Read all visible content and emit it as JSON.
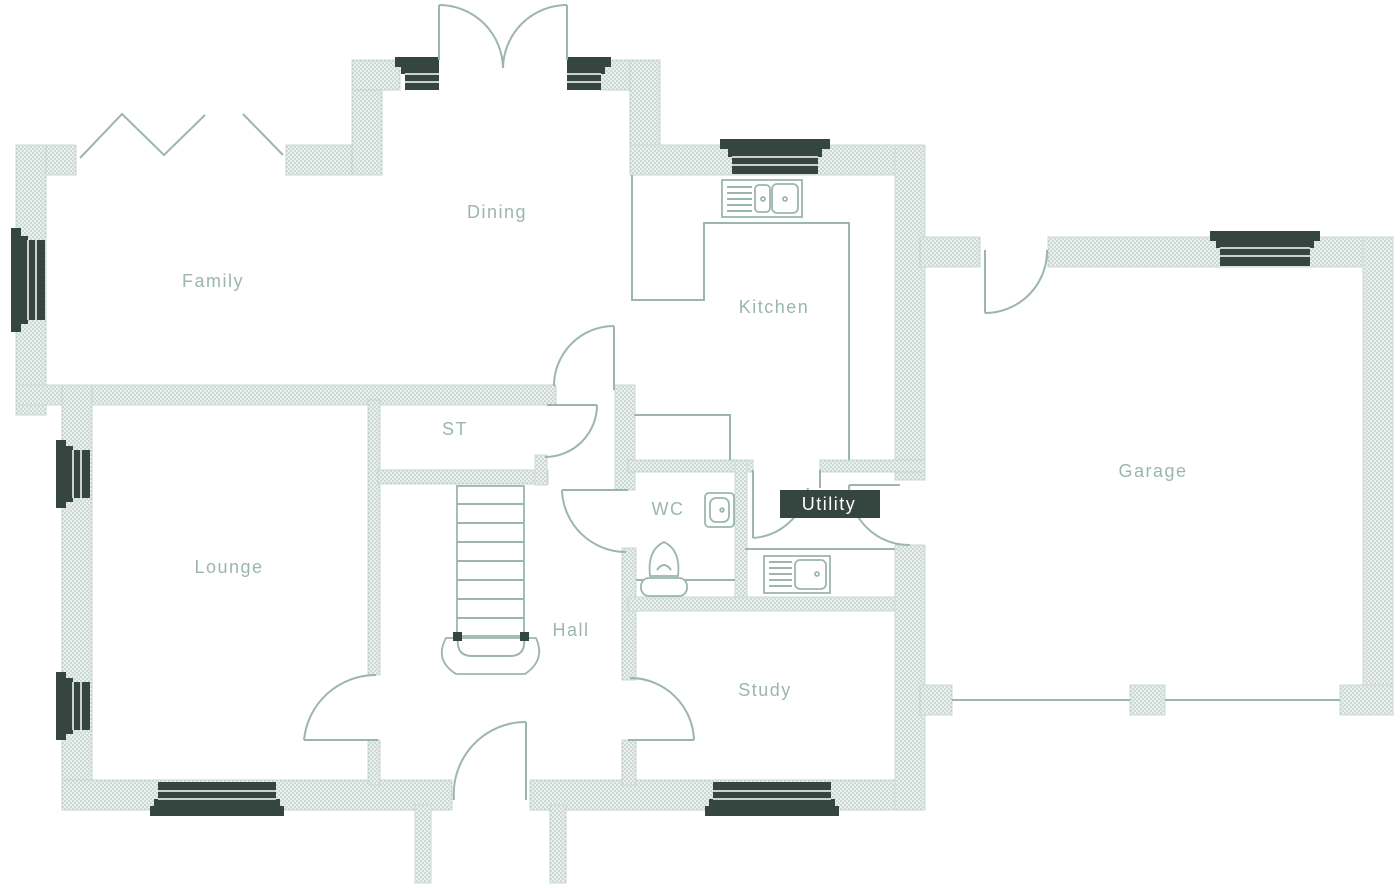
{
  "plan": {
    "rooms": {
      "family": "Family",
      "dining": "Dining",
      "kitchen": "Kitchen",
      "st": "ST",
      "wc": "WC",
      "utility": "Utility",
      "garage": "Garage",
      "lounge": "Lounge",
      "hall": "Hall",
      "study": "Study"
    }
  },
  "colors": {
    "line": "#9cb6ad",
    "wall_hatch": "#c9d7d1",
    "window_dark": "#34463f",
    "label": "#9cb6ad",
    "utility_tag_bg": "#34463f",
    "utility_tag_text": "#ffffff"
  },
  "icons": [
    "sink-icon",
    "toilet-icon",
    "basin-icon",
    "staircase-icon",
    "door-swing-icon",
    "window-icon"
  ]
}
